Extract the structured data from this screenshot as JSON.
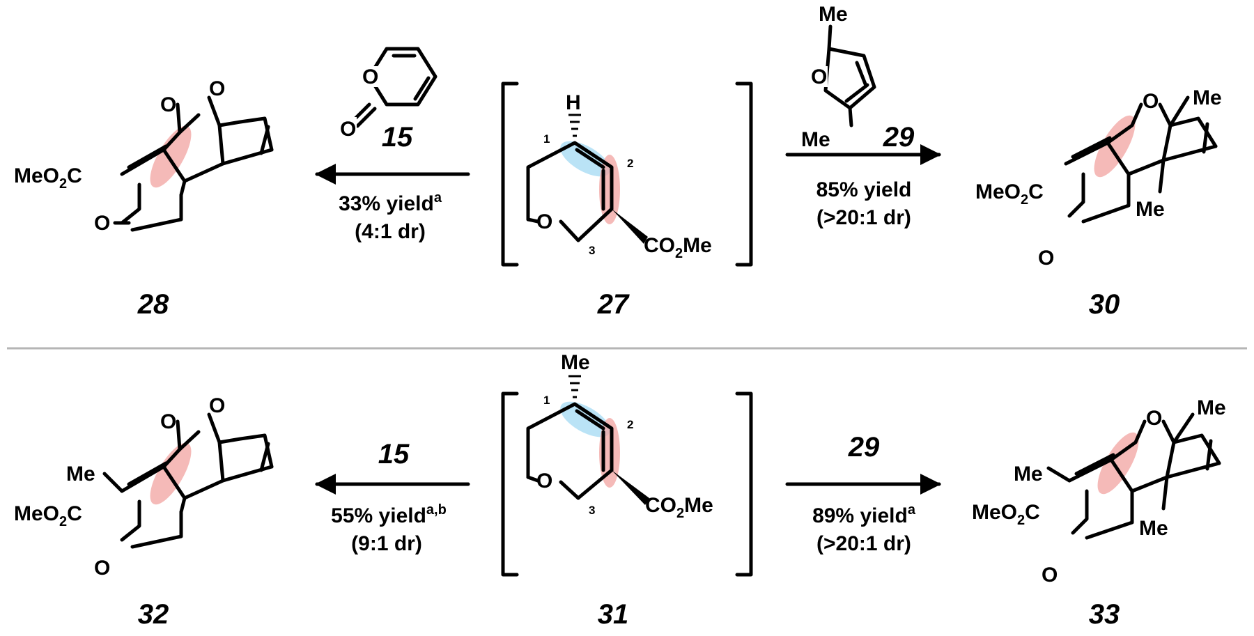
{
  "top": {
    "substrate": {
      "number": "27",
      "atom_label": "H",
      "ester": "CO",
      "ester_sub": "2",
      "ester_tail": "Me",
      "ring_o": "O",
      "pos1": "1",
      "pos2": "2",
      "pos3": "3"
    },
    "left_reagent": {
      "number": "15",
      "ring_o": "O",
      "carbonyl_o": "O"
    },
    "left_conditions": {
      "yield": "33% yield",
      "yield_sup": "a",
      "dr": "(4:1 dr)"
    },
    "left_product": {
      "number": "28",
      "ester": "MeO",
      "ester_sub": "2",
      "ester_tail": "C",
      "o_bridge": "O",
      "o_carbonyl": "O",
      "o_ring": "O"
    },
    "right_reagent": {
      "number": "29",
      "ring_o": "O",
      "me_top": "Me",
      "me_bottom": "Me"
    },
    "right_conditions": {
      "yield": "85% yield",
      "dr": "(>20:1 dr)"
    },
    "right_product": {
      "number": "30",
      "ester": "MeO",
      "ester_sub": "2",
      "ester_tail": "C",
      "o_bridge": "O",
      "me_top": "Me",
      "me_bottom": "Me",
      "o_ring": "O"
    }
  },
  "bottom": {
    "substrate": {
      "number": "31",
      "atom_label": "Me",
      "ester": "CO",
      "ester_sub": "2",
      "ester_tail": "Me",
      "ring_o": "O",
      "pos1": "1",
      "pos2": "2",
      "pos3": "3"
    },
    "left_reagent": {
      "number": "15"
    },
    "left_conditions": {
      "yield": "55% yield",
      "yield_sup": "a,b",
      "dr": "(9:1 dr)"
    },
    "left_product": {
      "number": "32",
      "methyl": "Me",
      "ester": "MeO",
      "ester_sub": "2",
      "ester_tail": "C",
      "o_bridge": "O",
      "o_carbonyl": "O",
      "o_ring": "O"
    },
    "right_reagent": {
      "number": "29"
    },
    "right_conditions": {
      "yield": "89% yield",
      "yield_sup": "a",
      "dr": "(>20:1 dr)"
    },
    "right_product": {
      "number": "33",
      "methyl": "Me",
      "ester": "MeO",
      "ester_sub": "2",
      "ester_tail": "C",
      "o_bridge": "O",
      "me_top": "Me",
      "me_bottom": "Me",
      "o_ring": "O"
    }
  },
  "colors": {
    "highlight_red": "#f2a3a0",
    "highlight_blue": "#a9dcf4",
    "divider": "#b5b5b5"
  }
}
